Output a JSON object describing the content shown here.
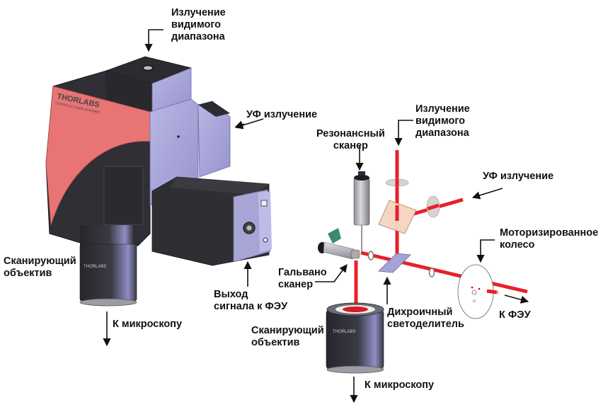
{
  "diagram": {
    "title": "Thorlabs confocal laser scanner — exterior and internal optical path",
    "colors": {
      "beam": "#e8202a",
      "housing_dark": "#2e2e33",
      "housing_blue": "#a8a6d8",
      "brand_panel": "#e87474",
      "dichroic": "#a3a3d6",
      "beamsplitter_plate": "#f6d6c0",
      "filter_disk": "#d8d6d0"
    },
    "housing": {
      "brand_logo": "THORLABS",
      "brand_subtitle": "CONFOCAL LASER SCANNER",
      "objective_brand": "THORLABS"
    },
    "left_view": {
      "labels": {
        "visible_light": [
          "Излучение",
          "видимого",
          "диапазона"
        ],
        "uv_light": [
          "УФ излучение"
        ],
        "scan_lens": [
          "Сканирующий",
          "объектив"
        ],
        "to_microscope": [
          "К микроскопу"
        ],
        "pmt_output": [
          "Выход",
          "сигнала к ФЭУ"
        ]
      }
    },
    "right_view": {
      "labels": {
        "resonant_scanner": [
          "Резонансный",
          "сканер"
        ],
        "visible_light": [
          "Излучение",
          "видимого",
          "диапазона"
        ],
        "uv_light": [
          "УФ излучение"
        ],
        "motorized_wheel": [
          "Моторизированное",
          "колесо"
        ],
        "galvo_scanner": [
          "Гальвано",
          "сканер"
        ],
        "dichroic_splitter": [
          "Дихроичный",
          "светоделитель"
        ],
        "to_pmt": [
          "К ФЭУ"
        ],
        "scan_lens": [
          "Сканирующий",
          "объектив"
        ],
        "to_microscope": [
          "К микроскопу"
        ]
      }
    }
  }
}
